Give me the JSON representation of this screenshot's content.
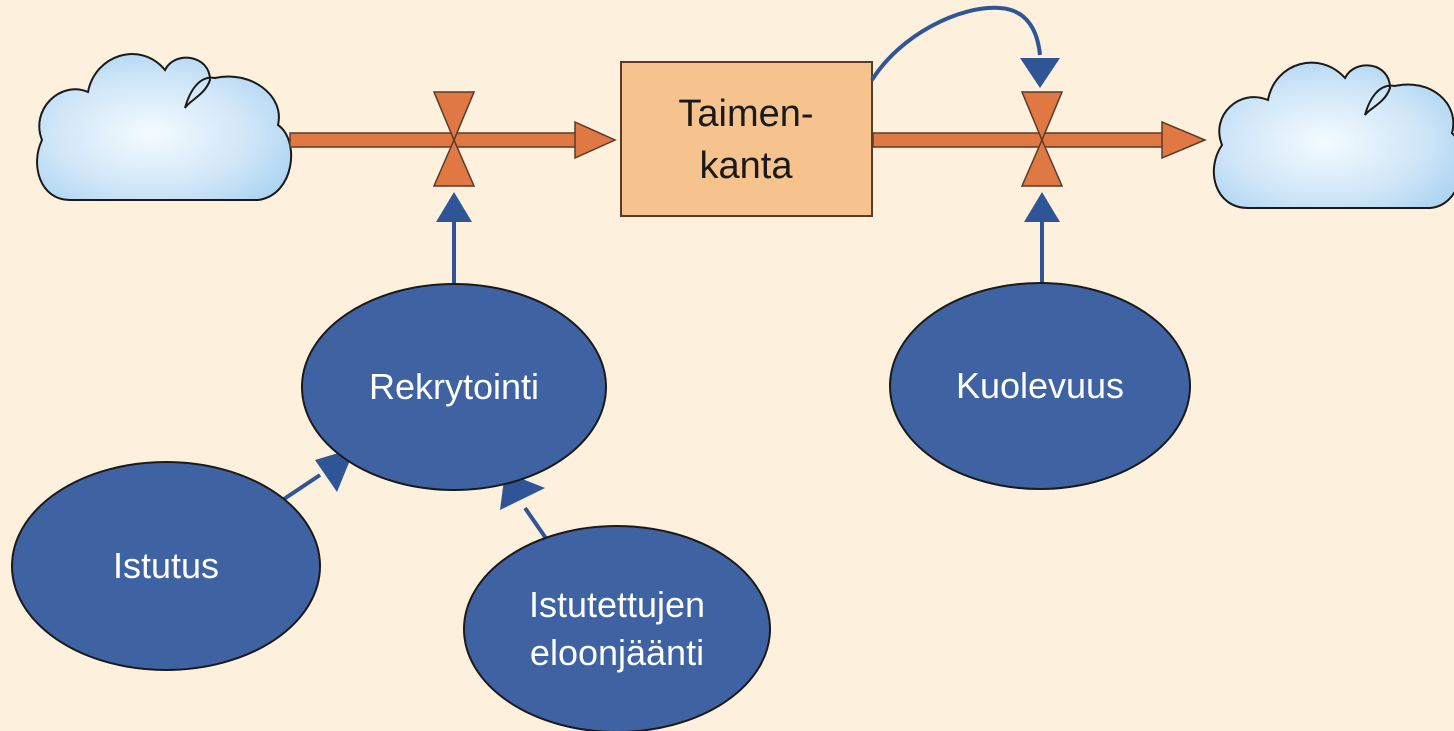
{
  "stock": {
    "label_line1": "Taimen-",
    "label_line2": "kanta"
  },
  "auxiliaries": {
    "recruitment": "Rekrytointi",
    "mortality": "Kuolevuus",
    "stocking": "Istutus",
    "survival_line1": "Istutettujen",
    "survival_line2": "eloonjäänti"
  },
  "colors": {
    "background": "#fdf0dd",
    "stock_fill": "#f6c38f",
    "flow_pipe": "#e07843",
    "valve": "#e07843",
    "aux_fill": "#3f62a3",
    "connector": "#2f5596",
    "cloud_fill": "#cfe6f8"
  },
  "icons": {
    "source": "cloud-icon",
    "sink": "cloud-icon",
    "valve": "valve-icon"
  }
}
